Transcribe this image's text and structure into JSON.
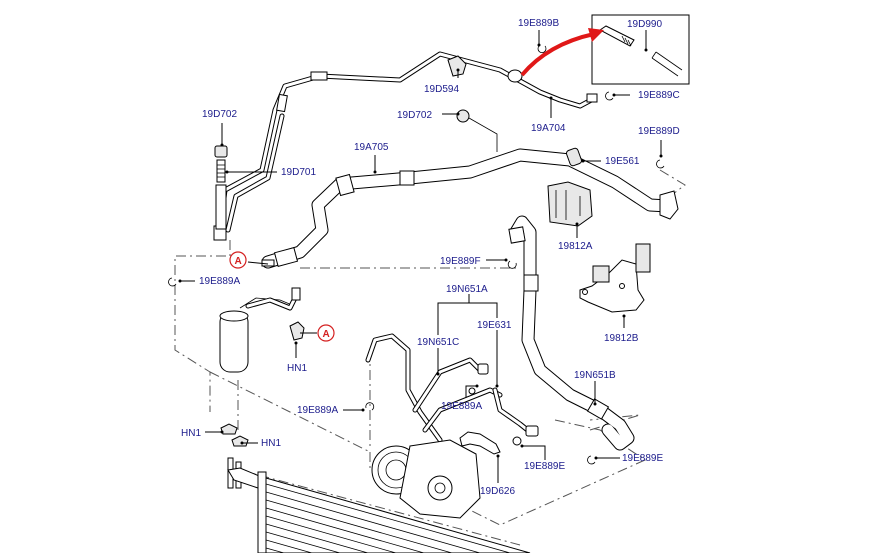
{
  "diagram": {
    "title": "A/C refrigerant lines exploded view",
    "callouts": [
      {
        "id": "19E889B",
        "label": "19E889B"
      },
      {
        "id": "19D990",
        "label": "19D990"
      },
      {
        "id": "19D594",
        "label": "19D594"
      },
      {
        "id": "19E889C",
        "label": "19E889C"
      },
      {
        "id": "19D702-a",
        "label": "19D702"
      },
      {
        "id": "19D702-b",
        "label": "19D702"
      },
      {
        "id": "19A704",
        "label": "19A704"
      },
      {
        "id": "19E889D",
        "label": "19E889D"
      },
      {
        "id": "19A705",
        "label": "19A705"
      },
      {
        "id": "19E561",
        "label": "19E561"
      },
      {
        "id": "19D701",
        "label": "19D701"
      },
      {
        "id": "19812A",
        "label": "19812A"
      },
      {
        "id": "19E889F",
        "label": "19E889F"
      },
      {
        "id": "19E889A-a",
        "label": "19E889A"
      },
      {
        "id": "19N651A",
        "label": "19N651A"
      },
      {
        "id": "19E631",
        "label": "19E631"
      },
      {
        "id": "19812B",
        "label": "19812B"
      },
      {
        "id": "19N651C",
        "label": "19N651C"
      },
      {
        "id": "HN1-a",
        "label": "HN1"
      },
      {
        "id": "19N651B",
        "label": "19N651B"
      },
      {
        "id": "19E889A-b",
        "label": "19E889A"
      },
      {
        "id": "19E889A-c",
        "label": "19E889A"
      },
      {
        "id": "HN1-b",
        "label": "HN1"
      },
      {
        "id": "HN1-c",
        "label": "HN1"
      },
      {
        "id": "19E889E-a",
        "label": "19E889E"
      },
      {
        "id": "19E889E-b",
        "label": "19E889E"
      },
      {
        "id": "19D626",
        "label": "19D626"
      }
    ],
    "reference_markers": [
      {
        "id": "A-upper",
        "label": "A"
      },
      {
        "id": "A-lower",
        "label": "A"
      }
    ],
    "colors": {
      "label": "#1c1c8c",
      "reference_marker": "#d42020",
      "detail_arrow": "#e01818",
      "line_art": "#000000"
    }
  }
}
